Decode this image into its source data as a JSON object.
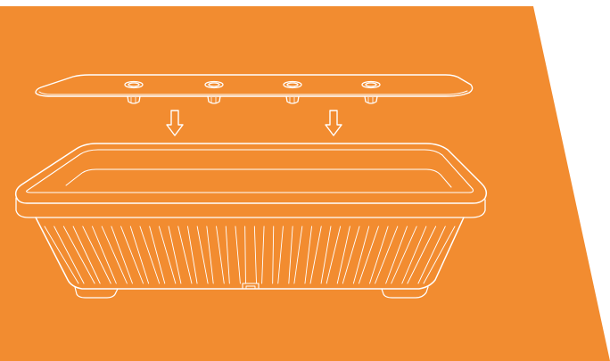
{
  "illustration": {
    "subject": "planter-with-insert-lid",
    "lid_peg_count": 4,
    "arrow_count": 2
  },
  "colors": {
    "background_panel": "#F28C30",
    "page": "#FFFFFF",
    "line_art": "#FFFFFF"
  }
}
